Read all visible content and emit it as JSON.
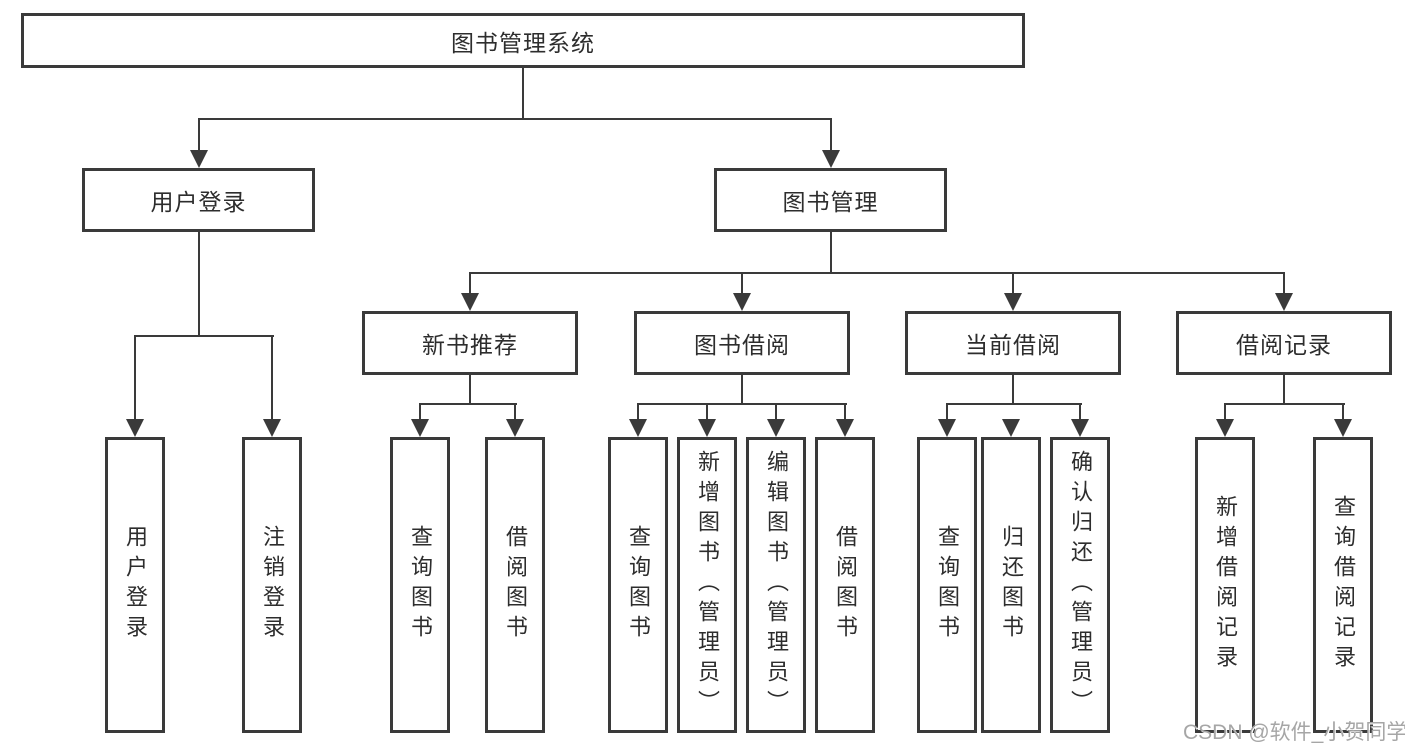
{
  "colors": {
    "line": "#3a3a3a",
    "box_border": "#3a3a3a",
    "text": "#2d2d2d",
    "watermark": "#a6a6a6",
    "background": "#ffffff"
  },
  "diagram": {
    "root": {
      "label": "图书管理系统"
    },
    "branches": [
      {
        "label": "用户登录",
        "leaves": [
          "用户登录",
          "注销登录"
        ]
      },
      {
        "label": "图书管理",
        "groups": [
          {
            "label": "新书推荐",
            "leaves": [
              "查询图书",
              "借阅图书"
            ]
          },
          {
            "label": "图书借阅",
            "leaves": [
              "查询图书",
              "新增图书（管理员）",
              "编辑图书（管理员）",
              "借阅图书"
            ]
          },
          {
            "label": "当前借阅",
            "leaves": [
              "查询图书",
              "归还图书",
              "确认归还（管理员）"
            ]
          },
          {
            "label": "借阅记录",
            "leaves": [
              "新增借阅记录",
              "查询借阅记录"
            ]
          }
        ]
      }
    ]
  },
  "watermark": {
    "text": "CSDN @软件_小贺同学"
  }
}
